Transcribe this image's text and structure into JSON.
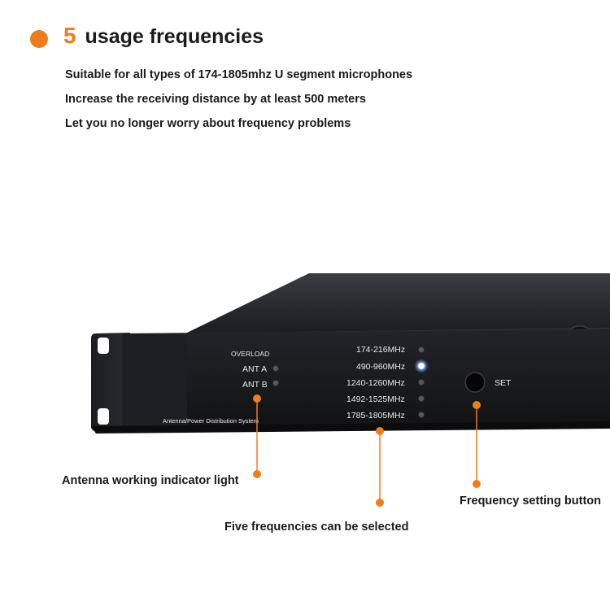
{
  "header": {
    "number": "5",
    "title": "usage frequencies",
    "accent_color": "#ef7d1a"
  },
  "features": [
    "Suitable for all types of 174-1805mhz U segment microphones",
    "Increase the receiving distance by at least 500 meters",
    "Let you no longer worry about frequency problems"
  ],
  "device": {
    "overload_label": "OVERLOAD",
    "ant_a_label": "ANT A",
    "ant_b_label": "ANT B",
    "system_label": "Antenna/Power Distribution System",
    "frequencies": [
      {
        "label": "174-216MHz",
        "active": false
      },
      {
        "label": "490-960MHz",
        "active": true
      },
      {
        "label": "1240-1260MHz",
        "active": false
      },
      {
        "label": "1492-1525MHz",
        "active": false
      },
      {
        "label": "1785-1805MHz",
        "active": false
      }
    ],
    "set_label": "SET",
    "active_led_color": "#7fb0ff"
  },
  "callouts": {
    "antenna_indicator": "Antenna working indicator light",
    "five_frequencies": "Five frequencies can be selected",
    "frequency_button": "Frequency setting button"
  }
}
